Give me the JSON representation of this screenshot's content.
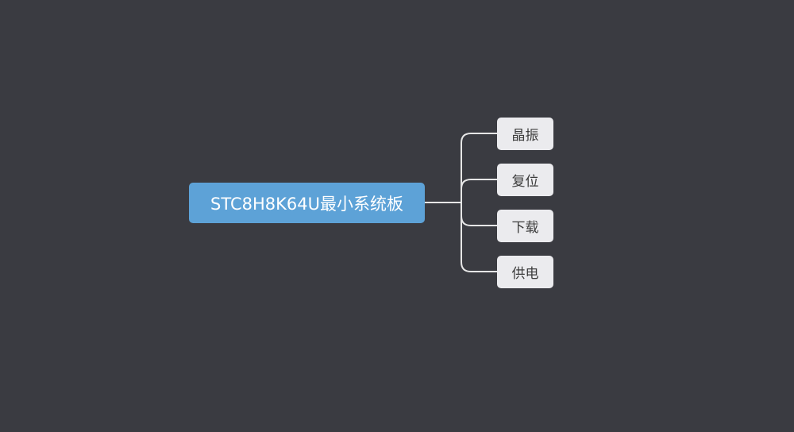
{
  "mindmap": {
    "root": {
      "label": "STC8H8K64U最小系统板"
    },
    "children": [
      {
        "label": "晶振"
      },
      {
        "label": "复位"
      },
      {
        "label": "下载"
      },
      {
        "label": "供电"
      }
    ]
  },
  "colors": {
    "background": "#3a3b41",
    "root_fill": "#5da2d7",
    "root_text": "#ffffff",
    "child_fill": "#ebebee",
    "child_text": "#3c3c3c",
    "connector": "#e6e6e6"
  }
}
